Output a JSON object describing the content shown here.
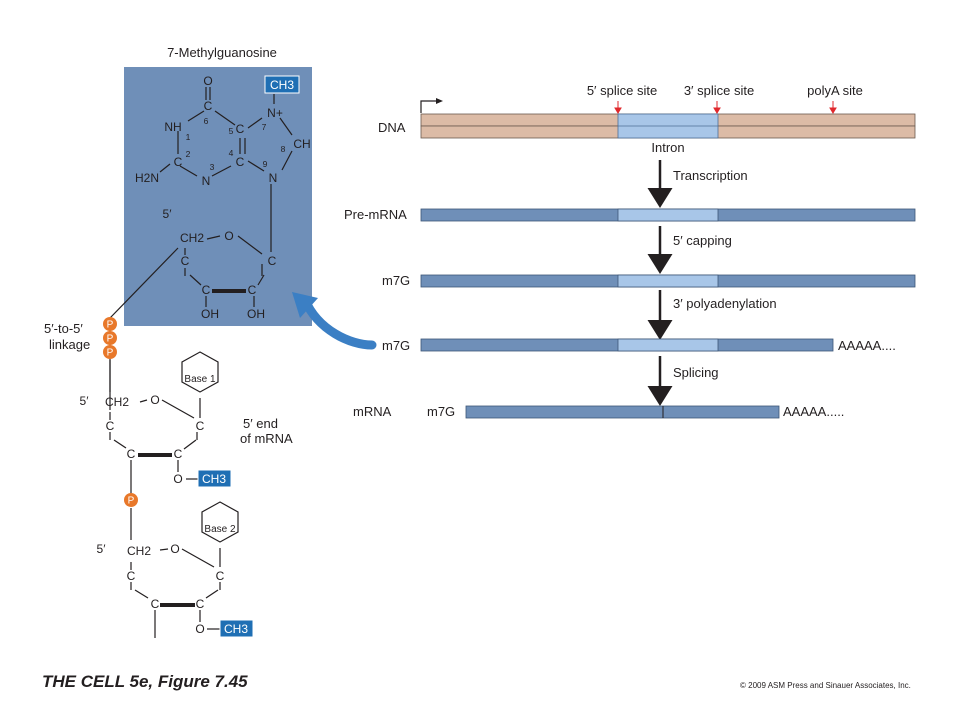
{
  "title": "7-Methylguanosine",
  "structure": {
    "ch3": "CH3",
    "o_top": "O",
    "nh": "NH",
    "n_plus": "N+",
    "ch": "CH",
    "h2n": "H2N",
    "c": "C",
    "n": "N",
    "o_ring": "O",
    "oh": "OH",
    "ch2": "CH2",
    "prime5": "5′",
    "ring_numbers": [
      "6",
      "1",
      "2",
      "3",
      "4",
      "5",
      "7",
      "8",
      "9"
    ],
    "linkage_label_1": "5′-to-5′",
    "linkage_label_2": "linkage",
    "phosphate": "P",
    "base1": "Base 1",
    "base2": "Base 2",
    "end_label_1": "5′ end",
    "end_label_2": "of mRNA"
  },
  "processing": {
    "sites": [
      "5′ splice site",
      "3′ splice site",
      "polyA site"
    ],
    "row_labels": [
      "DNA",
      "Pre-mRNA",
      "m7G",
      "m7G",
      "mRNA"
    ],
    "mrna_cap": "m7G",
    "intron": "Intron",
    "steps": [
      "Transcription",
      "5′ capping",
      "3′ polyadenylation",
      "Splicing"
    ],
    "polyA_1": "AAAAA....",
    "polyA_2": "AAAAA.....",
    "colors": {
      "dna": "#dcbba6",
      "rna": "#6f8fb8",
      "intron": "#a8c6e8",
      "panel": "#6f8fb8",
      "methyl": "#1f6fb4",
      "phosphate": "#e8782a",
      "arrow": "#3b7fc4",
      "site_marker": "#e0282c"
    }
  },
  "caption": "THE CELL 5e, Figure 7.45",
  "copyright": "© 2009 ASM Press and Sinauer Associates, Inc."
}
